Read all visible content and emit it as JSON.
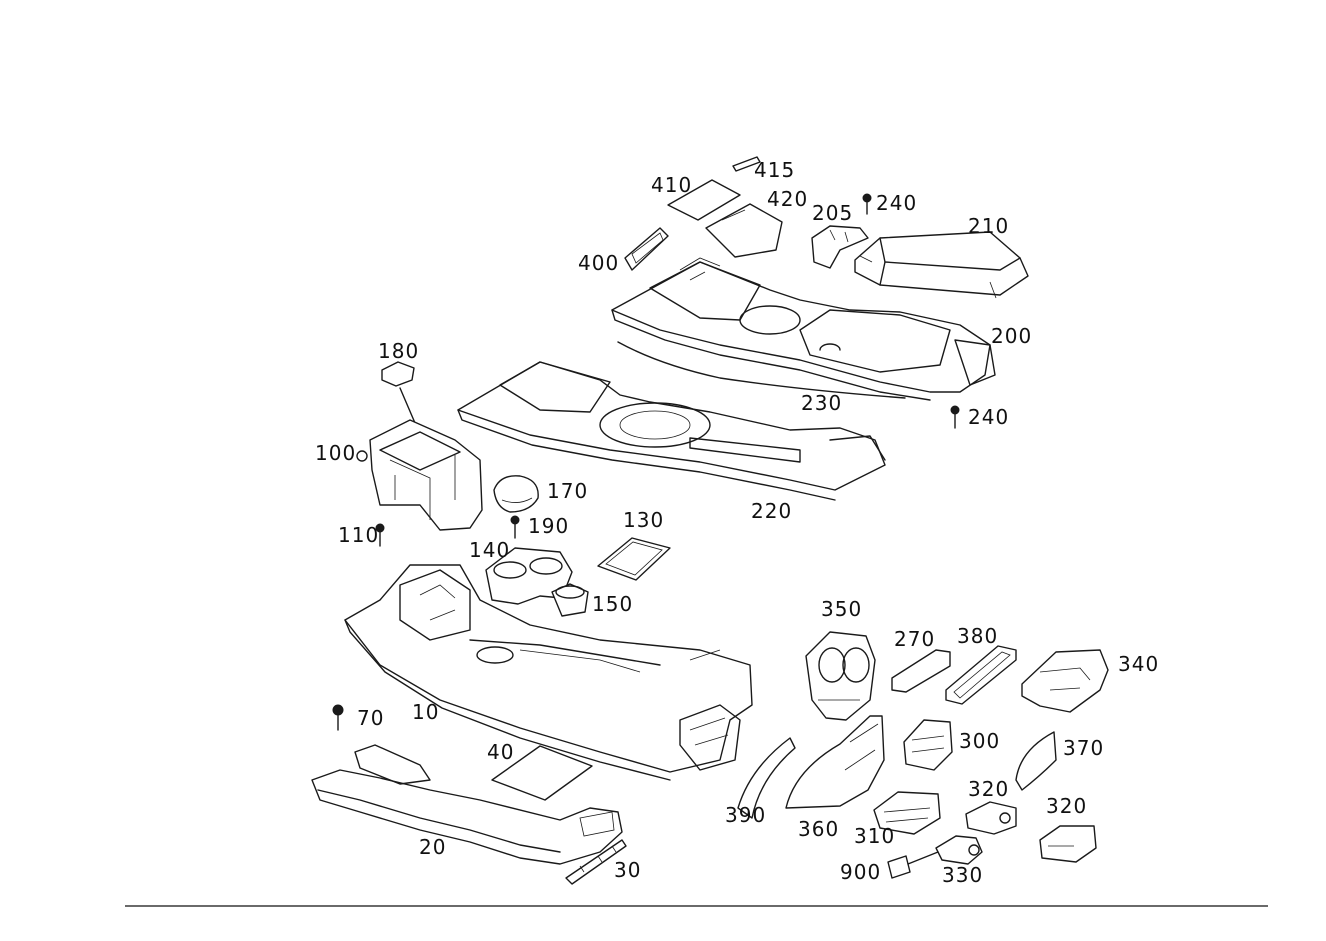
{
  "callouts": {
    "c415": "415",
    "c410": "410",
    "c420": "420",
    "c205": "205",
    "c240a": "240",
    "c210": "210",
    "c400": "400",
    "c200": "200",
    "c180": "180",
    "c230": "230",
    "c240b": "240",
    "c100": "100",
    "c170": "170",
    "c220": "220",
    "c110": "110",
    "c190": "190",
    "c130": "130",
    "c140": "140",
    "c150": "150",
    "c350": "350",
    "c270": "270",
    "c380": "380",
    "c340": "340",
    "c70": "70",
    "c10": "10",
    "c300": "300",
    "c40": "40",
    "c370": "370",
    "c320a": "320",
    "c320b": "320",
    "c390": "390",
    "c360": "360",
    "c310": "310",
    "c20": "20",
    "c900": "900",
    "c330": "330",
    "c30": "30"
  }
}
